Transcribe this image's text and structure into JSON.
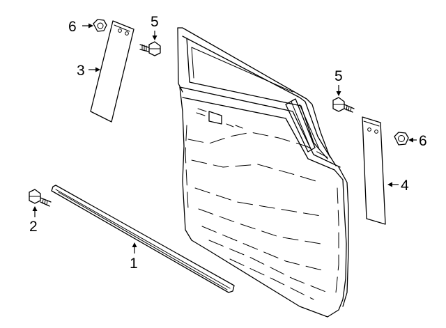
{
  "callouts": {
    "c1": "1",
    "c2": "2",
    "c3": "3",
    "c4": "4",
    "c5a": "5",
    "c5b": "5",
    "c6a": "6",
    "c6b": "6"
  },
  "parts": {
    "p1": "belt-weatherstrip-molding",
    "p2": "bolt",
    "p3": "front-applique-trim",
    "p4": "rear-applique-trim",
    "p5": "bolt",
    "p6": "nut"
  }
}
